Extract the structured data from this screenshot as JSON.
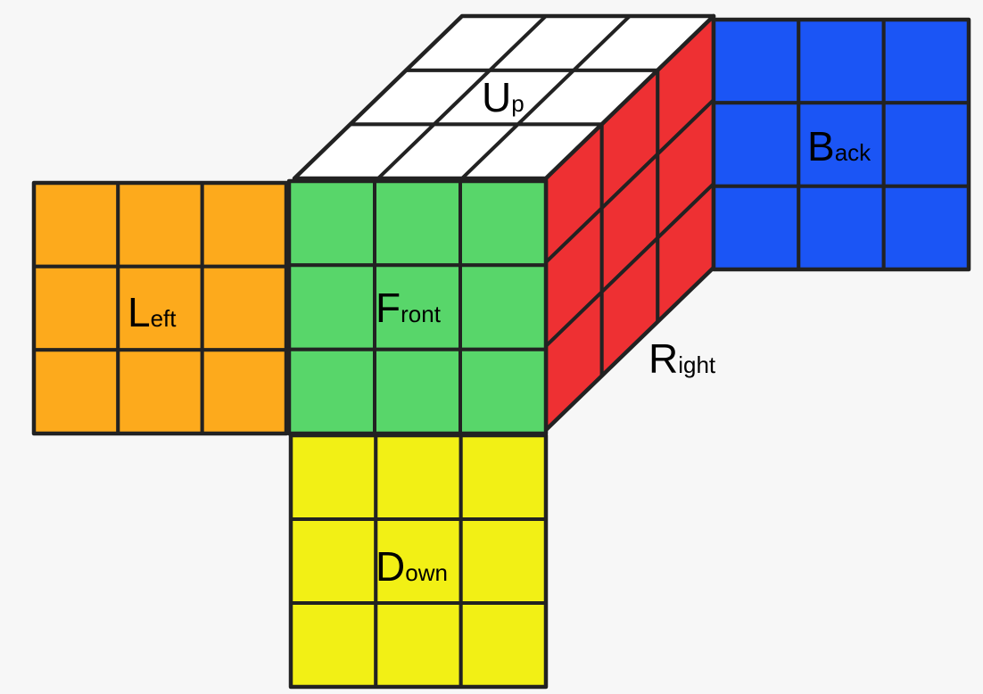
{
  "background": "#f7f7f7",
  "grid_line_color": "#222222",
  "faces": [
    {
      "id": "up",
      "name_big": "U",
      "name_small": "p",
      "color": "#ffffff"
    },
    {
      "id": "right",
      "name_big": "R",
      "name_small": "ight",
      "color": "#ee3033"
    },
    {
      "id": "back",
      "name_big": "B",
      "name_small": "ack",
      "color": "#1b55f5"
    },
    {
      "id": "left",
      "name_big": "L",
      "name_small": "eft",
      "color": "#fdaa1c"
    },
    {
      "id": "front",
      "name_big": "F",
      "name_small": "ront",
      "color": "#58d66a"
    },
    {
      "id": "down",
      "name_big": "D",
      "name_small": "own",
      "color": "#f2f015"
    }
  ]
}
